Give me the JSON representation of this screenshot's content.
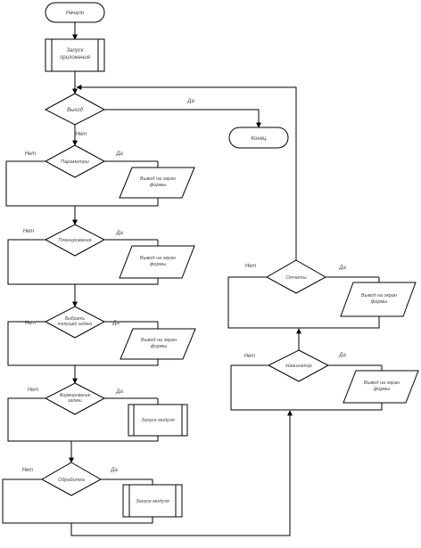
{
  "start": "Начало",
  "launch_app": "Запуск приложения",
  "exit_decision": "Выход",
  "end": "Конец",
  "decisions": {
    "parameters": "Параметры",
    "planning": "Планирование",
    "select_group": "Выбрать текущей задачи",
    "form_task": "Формирование задачи",
    "processing": "Обработка",
    "reports": "Отчеты",
    "navigator": "Навигатор"
  },
  "output_form": "Вывод на экран формы",
  "launch_module": "Запуск модуля",
  "branch": {
    "yes": "Да",
    "no": "Нет"
  }
}
